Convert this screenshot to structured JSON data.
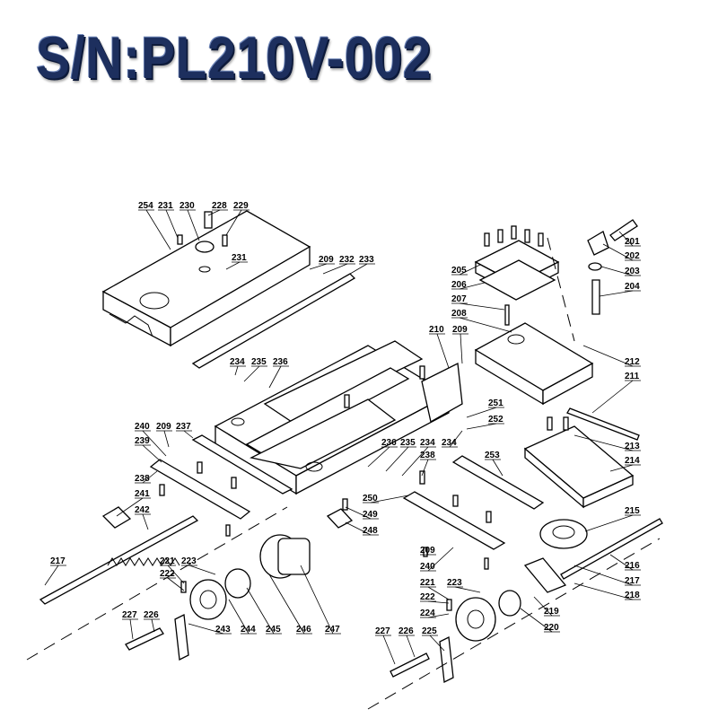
{
  "title": "S/N:PL210V-002",
  "callouts": [
    {
      "id": "c254",
      "text": "254"
    },
    {
      "id": "c231a",
      "text": "231"
    },
    {
      "id": "c230",
      "text": "230"
    },
    {
      "id": "c228",
      "text": "228"
    },
    {
      "id": "c229",
      "text": "229"
    },
    {
      "id": "c231b",
      "text": "231"
    },
    {
      "id": "c209a",
      "text": "209"
    },
    {
      "id": "c232",
      "text": "232"
    },
    {
      "id": "c233",
      "text": "233"
    },
    {
      "id": "c201",
      "text": "201"
    },
    {
      "id": "c202",
      "text": "202"
    },
    {
      "id": "c203",
      "text": "203"
    },
    {
      "id": "c204",
      "text": "204"
    },
    {
      "id": "c205",
      "text": "205"
    },
    {
      "id": "c206",
      "text": "206"
    },
    {
      "id": "c207",
      "text": "207"
    },
    {
      "id": "c208",
      "text": "208"
    },
    {
      "id": "c210",
      "text": "210"
    },
    {
      "id": "c209b",
      "text": "209"
    },
    {
      "id": "c212",
      "text": "212"
    },
    {
      "id": "c211",
      "text": "211"
    },
    {
      "id": "c234a",
      "text": "234"
    },
    {
      "id": "c235a",
      "text": "235"
    },
    {
      "id": "c236a",
      "text": "236"
    },
    {
      "id": "c251",
      "text": "251"
    },
    {
      "id": "c252",
      "text": "252"
    },
    {
      "id": "c240a",
      "text": "240"
    },
    {
      "id": "c209c",
      "text": "209"
    },
    {
      "id": "c237",
      "text": "237"
    },
    {
      "id": "c239",
      "text": "239"
    },
    {
      "id": "c236b",
      "text": "236"
    },
    {
      "id": "c235b",
      "text": "235"
    },
    {
      "id": "c234b",
      "text": "234"
    },
    {
      "id": "c234c",
      "text": "234"
    },
    {
      "id": "c213",
      "text": "213"
    },
    {
      "id": "c214",
      "text": "214"
    },
    {
      "id": "c238a",
      "text": "238"
    },
    {
      "id": "c238b",
      "text": "238"
    },
    {
      "id": "c253",
      "text": "253"
    },
    {
      "id": "c241",
      "text": "241"
    },
    {
      "id": "c242",
      "text": "242"
    },
    {
      "id": "c250",
      "text": "250"
    },
    {
      "id": "c249",
      "text": "249"
    },
    {
      "id": "c248",
      "text": "248"
    },
    {
      "id": "c215",
      "text": "215"
    },
    {
      "id": "c217a",
      "text": "217"
    },
    {
      "id": "c221a",
      "text": "221"
    },
    {
      "id": "c222a",
      "text": "222"
    },
    {
      "id": "c223a",
      "text": "223"
    },
    {
      "id": "c209d",
      "text": "209"
    },
    {
      "id": "c240b",
      "text": "240"
    },
    {
      "id": "c216",
      "text": "216"
    },
    {
      "id": "c217b",
      "text": "217"
    },
    {
      "id": "c218",
      "text": "218"
    },
    {
      "id": "c221b",
      "text": "221"
    },
    {
      "id": "c222b",
      "text": "222"
    },
    {
      "id": "c223b",
      "text": "223"
    },
    {
      "id": "c224",
      "text": "224"
    },
    {
      "id": "c219",
      "text": "219"
    },
    {
      "id": "c220",
      "text": "220"
    },
    {
      "id": "c227a",
      "text": "227"
    },
    {
      "id": "c226a",
      "text": "226"
    },
    {
      "id": "c243",
      "text": "243"
    },
    {
      "id": "c244",
      "text": "244"
    },
    {
      "id": "c245",
      "text": "245"
    },
    {
      "id": "c246",
      "text": "246"
    },
    {
      "id": "c247",
      "text": "247"
    },
    {
      "id": "c227b",
      "text": "227"
    },
    {
      "id": "c226b",
      "text": "226"
    },
    {
      "id": "c225",
      "text": "225"
    }
  ]
}
